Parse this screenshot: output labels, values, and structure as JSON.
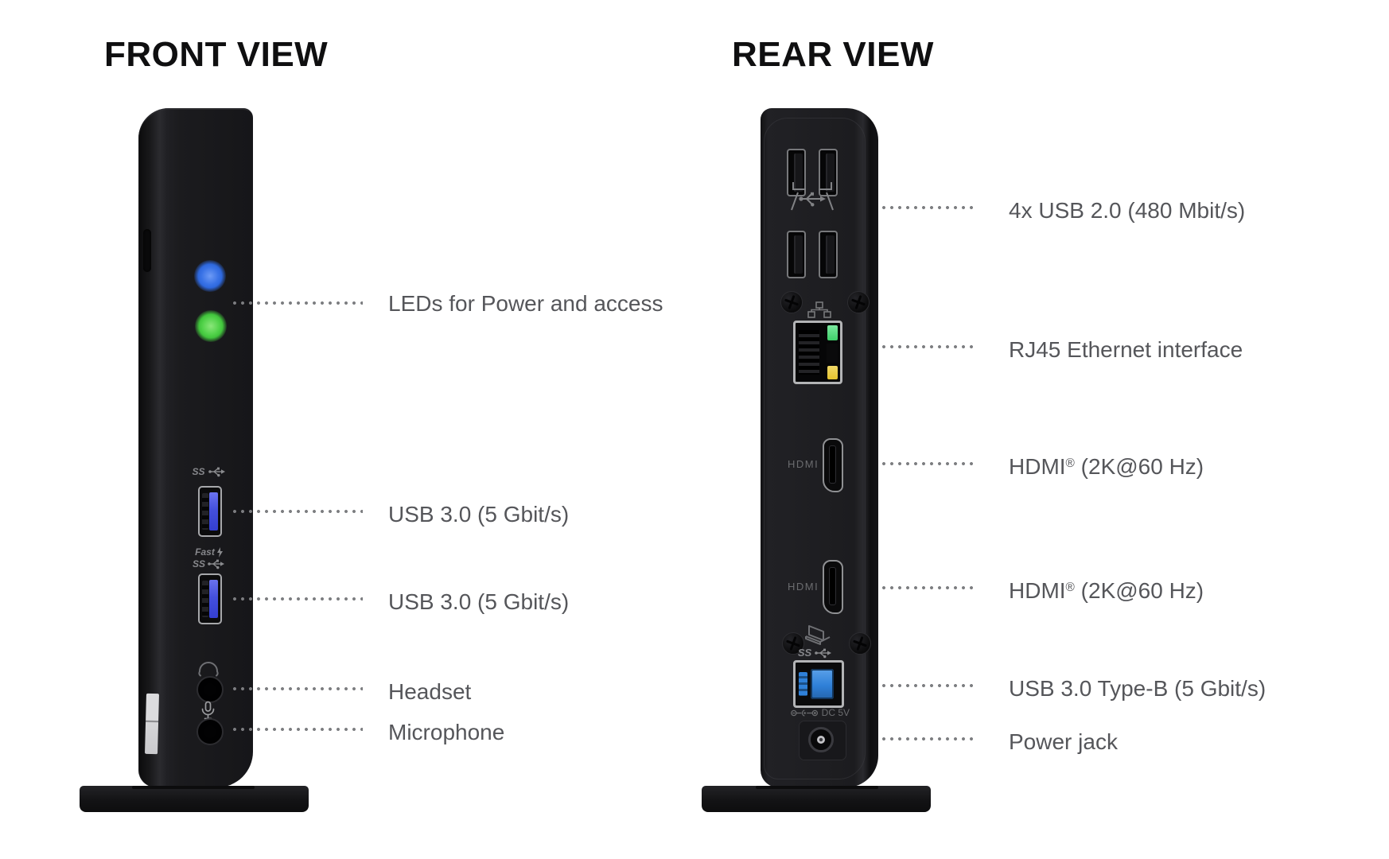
{
  "front": {
    "title": "FRONT VIEW",
    "callouts": [
      {
        "pre": "LEDs for Power and access",
        "sup": "",
        "post": ""
      },
      {
        "pre": "USB 3.0 (5 Gbit/s)",
        "sup": "",
        "post": ""
      },
      {
        "pre": "USB 3.0 (5 Gbit/s)",
        "sup": "",
        "post": ""
      },
      {
        "pre": "Headset",
        "sup": "",
        "post": ""
      },
      {
        "pre": "Microphone",
        "sup": "",
        "post": ""
      }
    ],
    "markings": {
      "usb3_speed": "SS",
      "fast_charge": "Fast"
    }
  },
  "rear": {
    "title": "REAR VIEW",
    "callouts": [
      {
        "pre": "4x USB 2.0 (480 Mbit/s)",
        "sup": "",
        "post": ""
      },
      {
        "pre": "RJ45 Ethernet interface",
        "sup": "",
        "post": ""
      },
      {
        "pre": "HDMI",
        "sup": "®",
        "post": " (2K@60 Hz)"
      },
      {
        "pre": "HDMI",
        "sup": "®",
        "post": " (2K@60 Hz)"
      },
      {
        "pre": "USB 3.0 Type-B (5 Gbit/s)",
        "sup": "",
        "post": ""
      },
      {
        "pre": "Power jack",
        "sup": "",
        "post": ""
      }
    ],
    "markings": {
      "hdmi_1": "HDMI",
      "hdmi_2": "HDMI",
      "usb3_speed": "SS",
      "power_spec": "DC 5V"
    }
  },
  "icons": {
    "usb_trident_icon": "usb trident with port brackets",
    "ethernet_icon": "three networked squares",
    "laptop_icon": "open laptop outline",
    "headset_icon": "headphones arc",
    "microphone_icon": "microphone",
    "fast_charge_icon": "lightning bolt",
    "ss_usb_icon": "superspeed usb trident",
    "dc_polarity_icon": "center-positive polarity symbol"
  },
  "colors": {
    "title_text": "#0f0f10",
    "label_text": "#55565a",
    "dot_line": "#7c7d80",
    "device_black": "#19191c",
    "led_power_blue": "#2e68dd",
    "led_access_green": "#41c43c",
    "usb3_blue": "#4450dd",
    "usb_typeb_blue": "#2f80d8",
    "rj45_green": "#3ecf69",
    "rj45_yellow": "#e5c32e",
    "port_frame_silver": "#b3b4b6",
    "marking_gray": "#86878b"
  }
}
